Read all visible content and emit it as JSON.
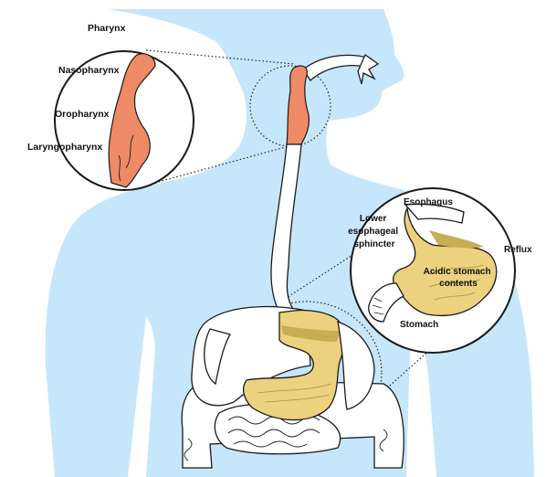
{
  "labels": {
    "pharynx": "Pharynx",
    "nasopharynx": "Nasopharynx",
    "oropharynx": "Oropharynx",
    "laryngopharynx": "Laryngopharynx",
    "lower_sphincter": [
      "Lower",
      "esophageal",
      "sphincter"
    ],
    "esophagus": "Esophagus",
    "reflux": "Reflux",
    "acidic_contents": [
      "Acidic stomach",
      "contents"
    ],
    "stomach": "Stomach"
  },
  "colors": {
    "body_silhouette": "#c6e6fb",
    "pharynx": "#ef8a66",
    "stomach_contents": "#ecd27e",
    "stomach_contents_dark": "#c9ad55",
    "outline": "#1a1a1a",
    "organ_fill": "#ffffff"
  },
  "icons": {
    "mouth_arrow": "air-flow-arrow-icon"
  }
}
